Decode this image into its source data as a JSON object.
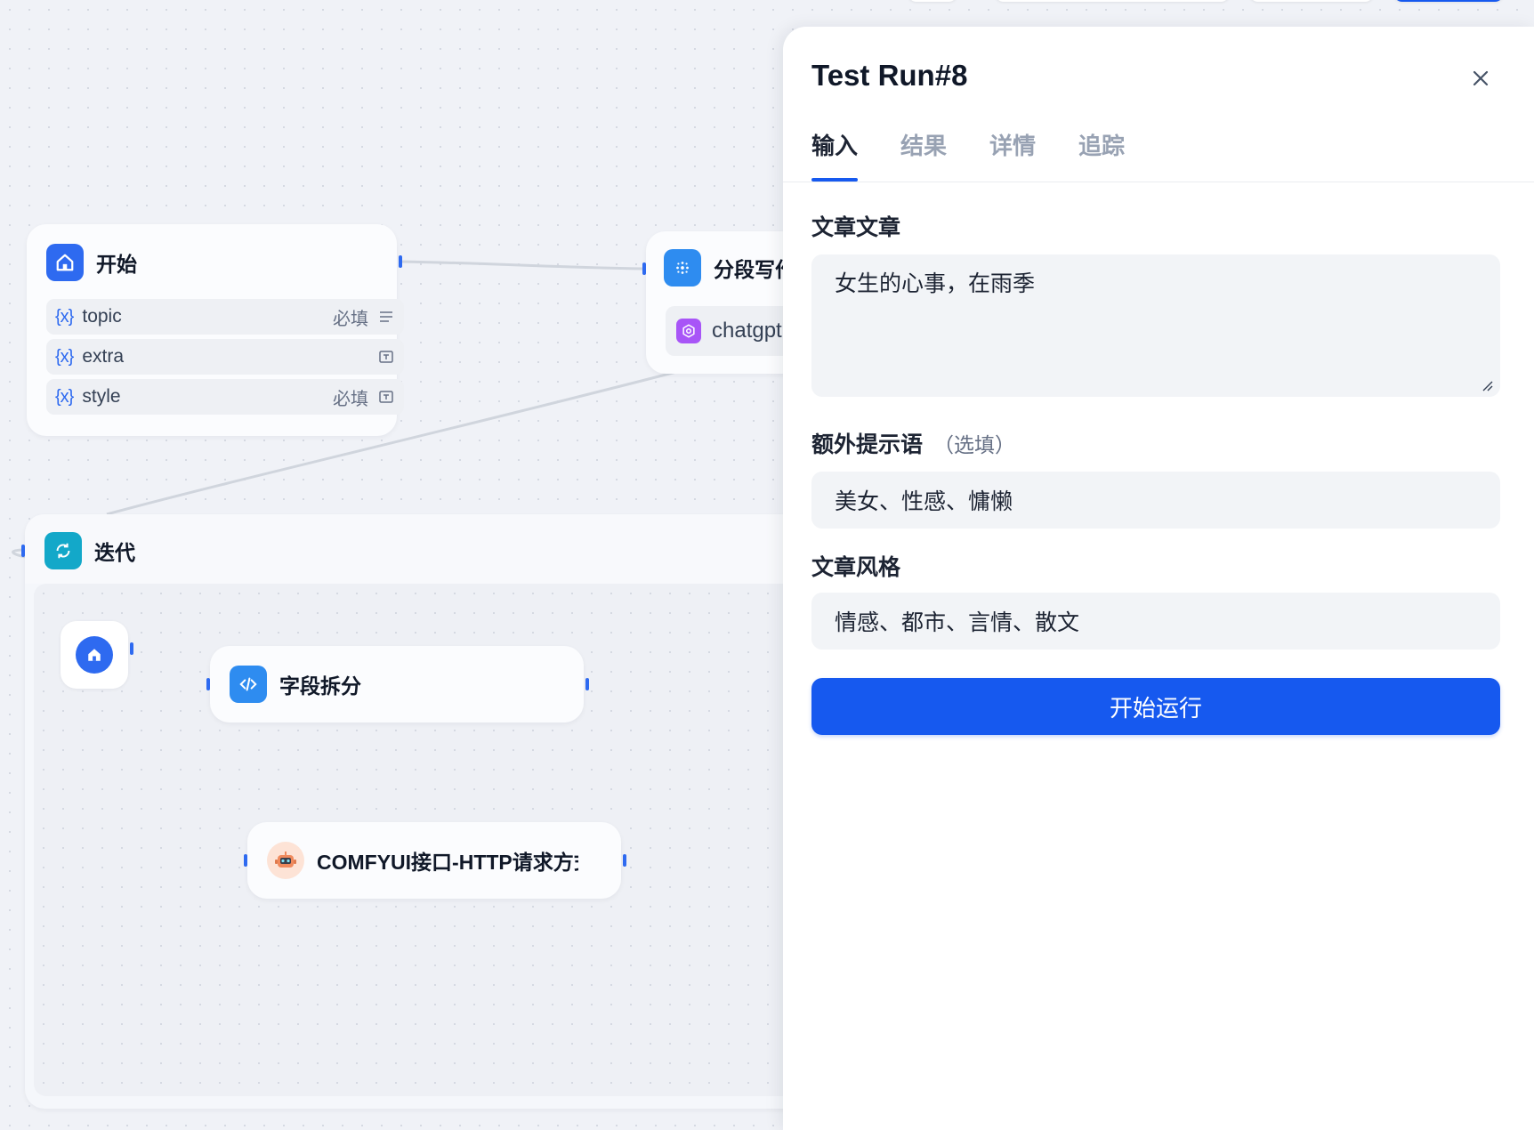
{
  "canvas": {
    "start_node": {
      "title": "开始",
      "variables": [
        {
          "icon": "{x}",
          "name": "topic",
          "required": "必填",
          "type_icon": "paragraph-icon"
        },
        {
          "icon": "{x}",
          "name": "extra",
          "required": "",
          "type_icon": "text-input-icon"
        },
        {
          "icon": "{x}",
          "name": "style",
          "required": "必填",
          "type_icon": "text-input-icon"
        }
      ]
    },
    "segment_node": {
      "title": "分段写作",
      "model": "chatgpt"
    },
    "iteration_node": {
      "title": "迭代",
      "children": {
        "field_split": {
          "title": "字段拆分"
        },
        "comfyui": {
          "title": "COMFYUI接口-HTTP请求方式"
        }
      }
    }
  },
  "panel": {
    "title": "Test Run#8",
    "tabs": [
      "输入",
      "结果",
      "详情",
      "追踪"
    ],
    "active_tab": "输入",
    "fields": [
      {
        "label": "文章文章",
        "optional": "",
        "value": "女生的心事，在雨季"
      },
      {
        "label": "额外提示语",
        "optional": "（选填）",
        "value": "美女、性感、慵懒"
      },
      {
        "label": "文章风格",
        "optional": "",
        "value": "情感、都市、言情、散文"
      }
    ],
    "run_button": "开始运行"
  },
  "colors": {
    "accent": "#1659ef",
    "handle": "#2e6af0",
    "canvas_bg": "#f0f2f7"
  }
}
